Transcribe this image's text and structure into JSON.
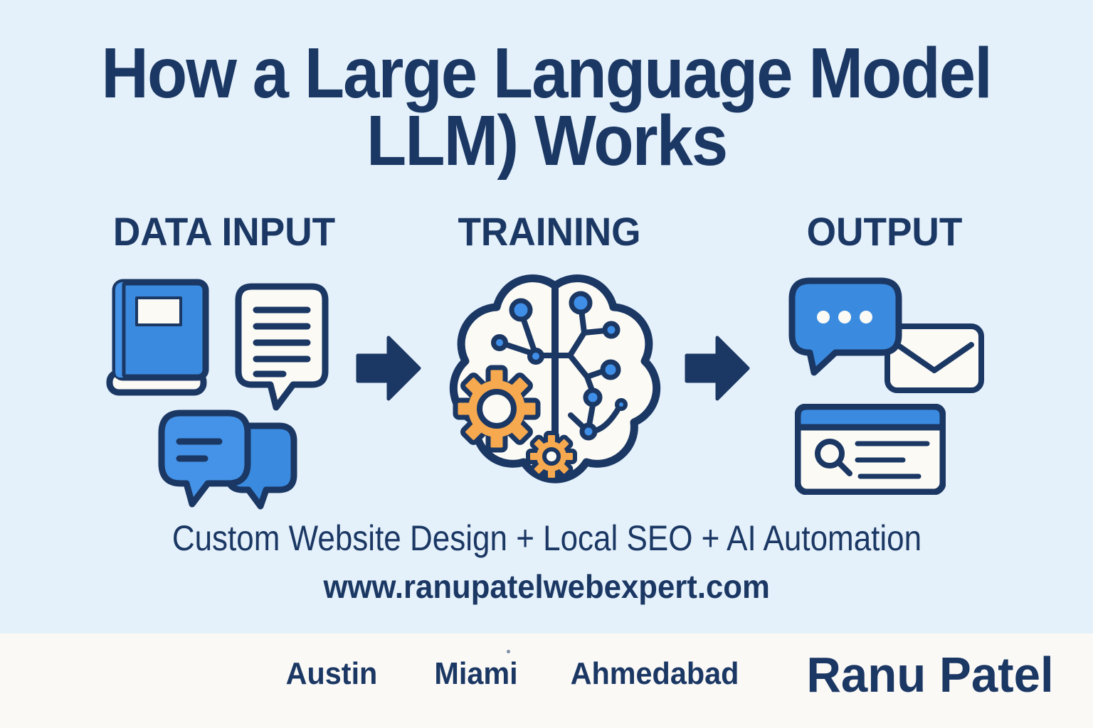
{
  "title": {
    "line1": "How a Large Language Model",
    "line2": "LLM) Works"
  },
  "stages": [
    {
      "label": "DATA INPUT",
      "icons": [
        "book-icon",
        "document-chat-icon",
        "chat-bubbles-icon"
      ]
    },
    {
      "label": "TRAINING",
      "icons": [
        "brain-circuit-icon",
        "gear-large-icon",
        "gear-small-icon"
      ]
    },
    {
      "label": "OUTPUT",
      "icons": [
        "chat-dots-icon",
        "envelope-icon",
        "browser-search-icon"
      ]
    }
  ],
  "flow_arrows": [
    "arrow-right-icon",
    "arrow-right-icon"
  ],
  "tagline": "Custom Website Design + Local SEO + AI Automation",
  "website": "www.ranupatelwebexpert.com",
  "footer": {
    "cities": [
      "Austin",
      "Miami",
      "Ahmedabad"
    ],
    "brand": "Ranu Patel"
  },
  "colors": {
    "background": "#e4f1fb",
    "navy": "#1b3763",
    "blue": "#3a8be0",
    "blue2": "#4493e8",
    "node_blue": "#3f8fe8",
    "orange": "#f6a94f",
    "icon_white": "#fbfaf5",
    "footer_bg": "#faf9f6"
  }
}
